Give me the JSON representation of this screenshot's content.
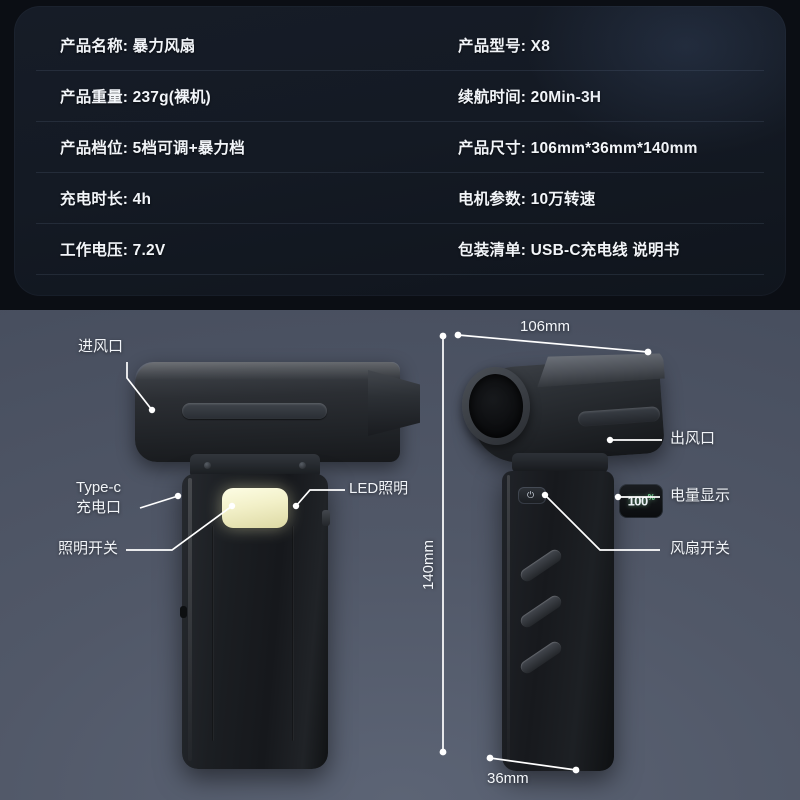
{
  "spec_table": {
    "rows": [
      {
        "left": "产品名称: 暴力风扇",
        "right": "产品型号: X8"
      },
      {
        "left": "产品重量: 237g(裸机)",
        "right": "续航时间: 20Min-3H"
      },
      {
        "left": "产品档位: 5档可调+暴力档",
        "right": "产品尺寸: 106mm*36mm*140mm"
      },
      {
        "left": "充电时长: 4h",
        "right": "电机参数: 10万转速"
      },
      {
        "left": "工作电压: 7.2V",
        "right": "包装清单: USB-C充电线 说明书"
      }
    ]
  },
  "callouts": {
    "air_inlet": "进风口",
    "type_c_line1": "Type-c",
    "type_c_line2": "充电口",
    "light_switch": "照明开关",
    "led_light": "LED照明",
    "air_outlet": "出风口",
    "battery_display": "电量显示",
    "fan_switch": "风扇开关"
  },
  "dimensions": {
    "length": "106mm",
    "height": "140mm",
    "width": "36mm"
  },
  "device": {
    "battery_value": "100",
    "battery_unit": "%",
    "power_icon": "⏻"
  },
  "colors": {
    "panel_bg": "#161c27",
    "page_bg": "#4f5666",
    "text": "#f2f5f9",
    "led_glow": "#f2f0c8",
    "battery_accent": "#7fe6a0"
  }
}
